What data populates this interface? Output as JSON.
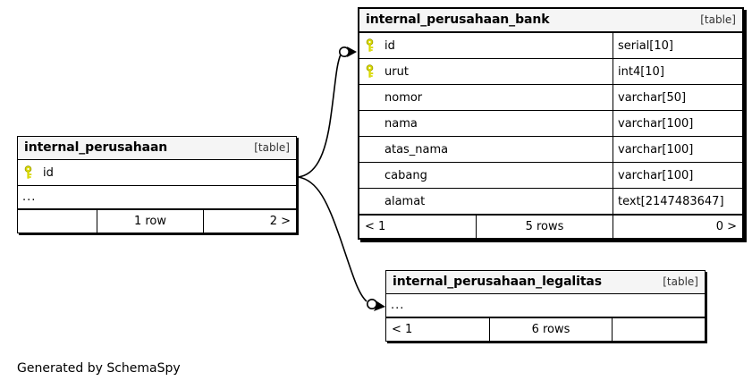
{
  "diagram": {
    "caption": "Generated by SchemaSpy",
    "table_tag": "[table]",
    "ellipsis": "...",
    "key_icon": "primary-key-icon",
    "key_color": "#d8d800"
  },
  "tables": {
    "perusahaan": {
      "title": "internal_perusahaan",
      "tag": "[table]",
      "columns": [
        {
          "name": "id",
          "key": true
        }
      ],
      "ellipsis": "...",
      "footer": {
        "left": "",
        "center": "1 row",
        "right": "2 >"
      }
    },
    "perusahaan_bank": {
      "title": "internal_perusahaan_bank",
      "tag": "[table]",
      "columns": [
        {
          "name": "id",
          "type": "serial[10]",
          "key": true
        },
        {
          "name": "urut",
          "type": "int4[10]",
          "key": true
        },
        {
          "name": "nomor",
          "type": "varchar[50]",
          "key": false
        },
        {
          "name": "nama",
          "type": "varchar[100]",
          "key": false
        },
        {
          "name": "atas_nama",
          "type": "varchar[100]",
          "key": false
        },
        {
          "name": "cabang",
          "type": "varchar[100]",
          "key": false
        },
        {
          "name": "alamat",
          "type": "text[2147483647]",
          "key": false
        }
      ],
      "footer": {
        "left": "< 1",
        "center": "5 rows",
        "right": "0 >"
      }
    },
    "perusahaan_legalitas": {
      "title": "internal_perusahaan_legalitas",
      "tag": "[table]",
      "ellipsis": "...",
      "footer": {
        "left": "< 1",
        "center": "6 rows",
        "right": ""
      }
    }
  },
  "relationships": [
    {
      "from": "internal_perusahaan.id",
      "to": "internal_perusahaan_bank",
      "cardinality": "zero-or-more"
    },
    {
      "from": "internal_perusahaan.id",
      "to": "internal_perusahaan_legalitas",
      "cardinality": "zero-or-more"
    }
  ]
}
